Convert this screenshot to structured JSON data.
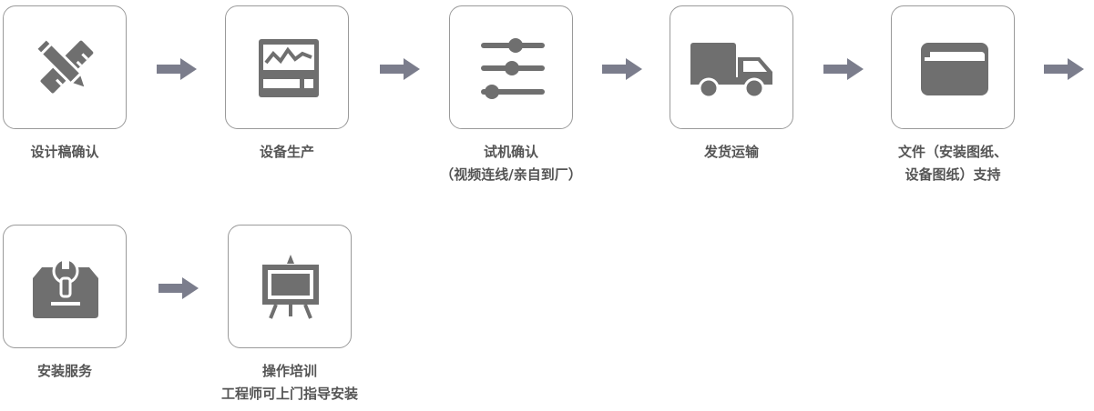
{
  "steps": [
    {
      "icon": "pencil-ruler-icon",
      "label": "设计稿确认",
      "sub": ""
    },
    {
      "icon": "monitor-chart-icon",
      "label": "设备生产",
      "sub": ""
    },
    {
      "icon": "sliders-icon",
      "label": "试机确认",
      "sub": "（视频连线/亲自到厂）"
    },
    {
      "icon": "truck-icon",
      "label": "发货运输",
      "sub": ""
    },
    {
      "icon": "folder-icon",
      "label": "文件（安装图纸、",
      "sub": "设备图纸）支持"
    },
    {
      "icon": "toolbox-wrench-icon",
      "label": "安装服务",
      "sub": ""
    },
    {
      "icon": "easel-board-icon",
      "label": "操作培训",
      "sub": "工程师可上门指导安装"
    }
  ],
  "colors": {
    "icon": "#6f6f6f",
    "arrow": "#7b7d8c",
    "border": "#9a9a9a",
    "text": "#555555"
  }
}
